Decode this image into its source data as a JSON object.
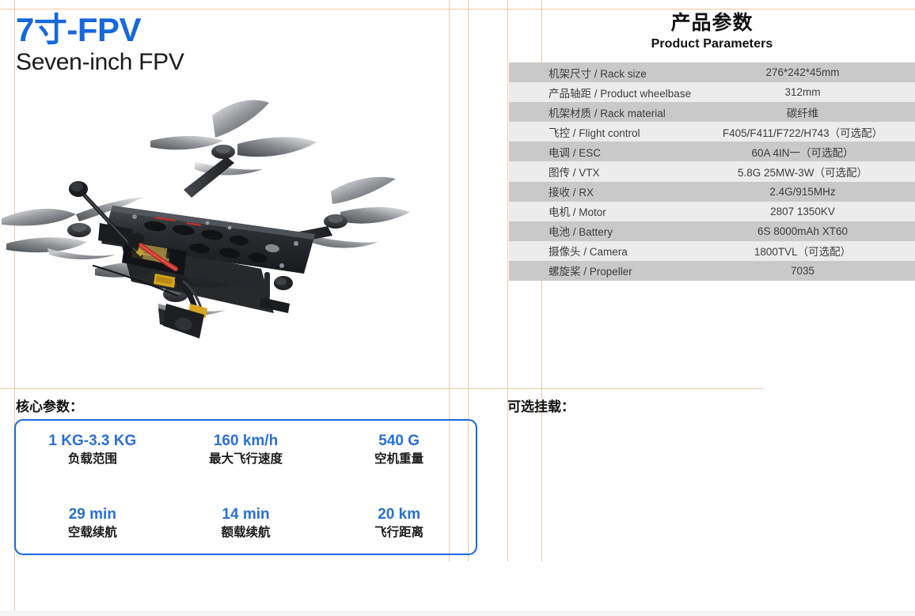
{
  "product": {
    "title_cn": "7寸-FPV",
    "title_en": "Seven-inch FPV",
    "accent_blue": "#1668dc",
    "value_blue": "#2a6fd4",
    "guide_color": "#f0c9a0",
    "row_dark": "#c9c9c9",
    "row_light": "#ececec"
  },
  "illustration": {
    "name": "fpv-drone-quadcopter",
    "description": "3D render of a seven-inch carbon fiber FPV racing quadcopter with four propellers, antenna mast, VTX antenna and exposed electronics"
  },
  "params": {
    "heading_cn": "产品参数",
    "heading_en": "Product Parameters",
    "rows": [
      {
        "key": "机架尺寸 / Rack size",
        "value": "276*242*45mm"
      },
      {
        "key": "产品轴距 / Product wheelbase",
        "value": "312mm"
      },
      {
        "key": "机架材质 / Rack material",
        "value": "碳纤维"
      },
      {
        "key": "飞控 / Flight control",
        "value": "F405/F411/F722/H743（可选配）"
      },
      {
        "key": "电调 / ESC",
        "value": "60A 4IN一（可选配）"
      },
      {
        "key": "图传 / VTX",
        "value": "5.8G 25MW-3W（可选配）"
      },
      {
        "key": "接收 / RX",
        "value": "2.4G/915MHz"
      },
      {
        "key": "电机 / Motor",
        "value": "2807 1350KV"
      },
      {
        "key": "电池 / Battery",
        "value": "6S 8000mAh XT60"
      },
      {
        "key": "摄像头 / Camera",
        "value": "1800TVL（可选配）"
      },
      {
        "key": "螺旋桨 / Propeller",
        "value": "7035"
      }
    ]
  },
  "core": {
    "label": "核心参数：",
    "cells": [
      {
        "num": "1 KG-3.3 KG",
        "lbl": "负载范围"
      },
      {
        "num": "160 km/h",
        "lbl": "最大飞行速度"
      },
      {
        "num": "540 G",
        "lbl": "空机重量"
      },
      {
        "num": "29 min",
        "lbl": "空载续航"
      },
      {
        "num": "14 min",
        "lbl": "额载续航"
      },
      {
        "num": "20 km",
        "lbl": "飞行距离"
      }
    ]
  },
  "payload": {
    "label": "可选挂载："
  }
}
